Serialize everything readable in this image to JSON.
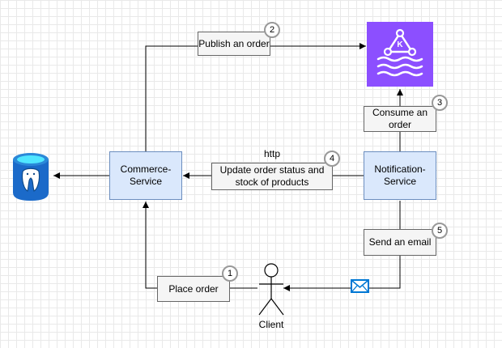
{
  "nodes": {
    "commerce": "Commerce-\nService",
    "notification": "Notification-\nService",
    "client": "Client"
  },
  "labels": {
    "publish": "Publish an order",
    "consume": "Consume an order",
    "update": "Update order status and stock of products",
    "protocol": "http",
    "email": "Send an email",
    "place": "Place order"
  },
  "steps": {
    "place": "1",
    "publish": "2",
    "consume": "3",
    "update": "4",
    "email": "5"
  },
  "icons": {
    "broker": "kafka-icon",
    "broker_letter": "K",
    "database": "postgresql-database-icon",
    "mail": "envelope-icon",
    "actor": "user-actor-icon"
  },
  "colors": {
    "service_fill": "#dae8fc",
    "service_border": "#6c8ebf",
    "label_fill": "#f5f5f5",
    "kafka_fill": "#8c4fff",
    "db_blue": "#1b6ac9",
    "mail_blue": "#0078d4"
  }
}
